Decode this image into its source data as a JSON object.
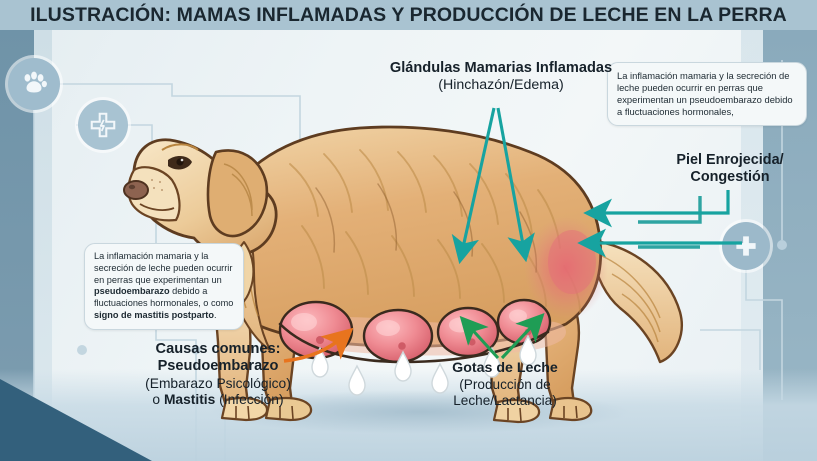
{
  "header": {
    "title": "ILUSTRACIÓN: MAMAS INFLAMADAS Y PRODUCCIÓN DE LECHE EN LA PERRA",
    "bar_color": "#a9c3d1",
    "text_color": "#1a2730"
  },
  "theme": {
    "background": "#eef3f5",
    "side_band": "#7d9db0",
    "corner_wedge": "#33607c",
    "teal_arrow": "#17a3a0",
    "green_arrow": "#1f9d55",
    "orange_arrow": "#e8741e",
    "inflamed_pink": "#e8757f",
    "fur_gold": "#e0b175",
    "milk_white": "#ffffff"
  },
  "icons": [
    {
      "name": "paw-print-icon",
      "label": "Huella de pata"
    },
    {
      "name": "medical-cross-pulse-icon",
      "label": "Cruz médica con pulso"
    },
    {
      "name": "medical-cross-icon",
      "label": "Cruz médica"
    }
  ],
  "labels": {
    "glands": {
      "line1": "Glándulas Mamarias Inflamadas",
      "line2": "(Hinchazón/Edema)"
    },
    "skin": {
      "line1": "Piel Enrojecida/",
      "line2": "Congestión"
    },
    "drops": {
      "line1": "Gotas de Leche",
      "line2": "(Producción de",
      "line3": "Leche/Lactancia)"
    },
    "causes": {
      "line1": "Causas comunes:",
      "line2": "Pseudoembarazo",
      "line3": "(Embarazo Psicológico)",
      "line4_pre": "o ",
      "line4_bold": "Mastitis",
      "line4_post": " (Infección)"
    }
  },
  "callouts": {
    "top_right": {
      "text": "La inflamación mamaria y la secreción de leche pueden ocurrir en perras que experimentan un pseudoembarazo debido a fluctuaciones hormonales,"
    },
    "left": {
      "seg1": "La inflamación mamaria y la secreción de leche pueden ocurrir en perras que experimentan un ",
      "bold1": "pseudoembarazo",
      "seg2": " debido a fluctuaciones hormonales, o como ",
      "bold2": "signo de mastitis postparto",
      "seg3": "."
    }
  },
  "illustration": {
    "subject": "Perra Golden Retriever de perfil, mirando a la izquierda",
    "features": [
      "Glándulas mamarias inflamadas de color rosa-rojo en el abdomen",
      "Gotas de leche blancas cayendo de los pezones",
      "Parche de piel enrojecida/congestión en el flanco posterior",
      "Pelaje dorado con sombreado",
      "Sombra proyectada en el suelo"
    ]
  },
  "annotations": {
    "teal_arrows_to_glands": 2,
    "teal_arrows_to_skin": 2,
    "green_arrows_to_drops": 2,
    "orange_arrow_to_body": 1
  }
}
